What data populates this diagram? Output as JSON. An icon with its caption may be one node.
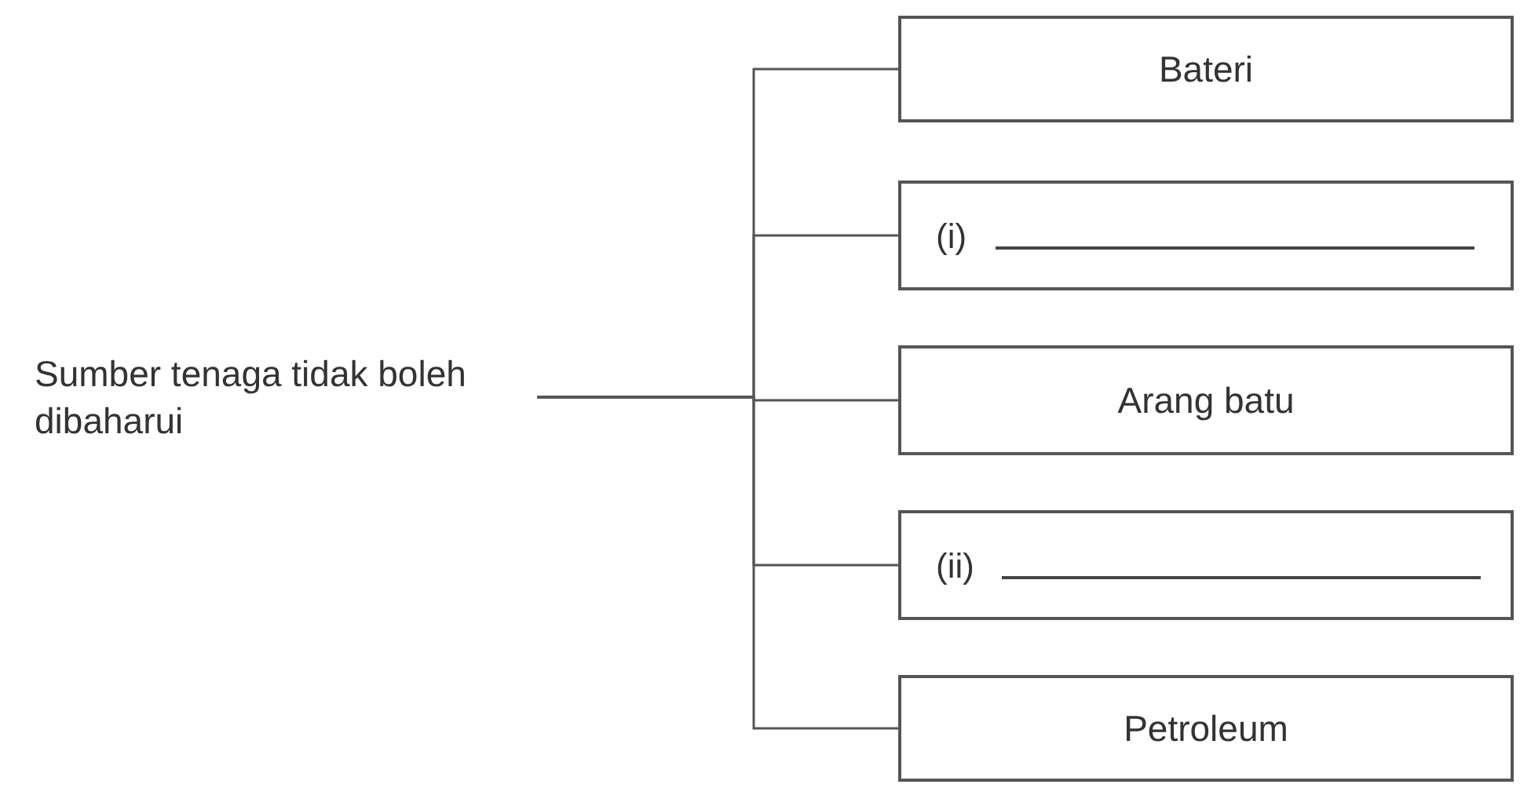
{
  "diagram": {
    "nodes": [
      {
        "text": [
          "Sumber tenaga tidak boleh dibaharui"
        ]
      },
      {
        "text": [
          "Bateri"
        ]
      },
      {
        "text": [
          "(i)"
        ]
      },
      {
        "text": [
          "Arang batu"
        ]
      },
      {
        "text": [
          "(ii)"
        ]
      },
      {
        "text": [
          "Petroleum"
        ]
      }
    ],
    "edges": [
      {
        "from": 0,
        "to": 1,
        "arrow": "none"
      },
      {
        "from": 0,
        "to": 2,
        "arrow": "none"
      },
      {
        "from": 0,
        "to": 3,
        "arrow": "none"
      },
      {
        "from": 0,
        "to": 4,
        "arrow": "none"
      },
      {
        "from": 0,
        "to": 5,
        "arrow": "none"
      }
    ]
  }
}
